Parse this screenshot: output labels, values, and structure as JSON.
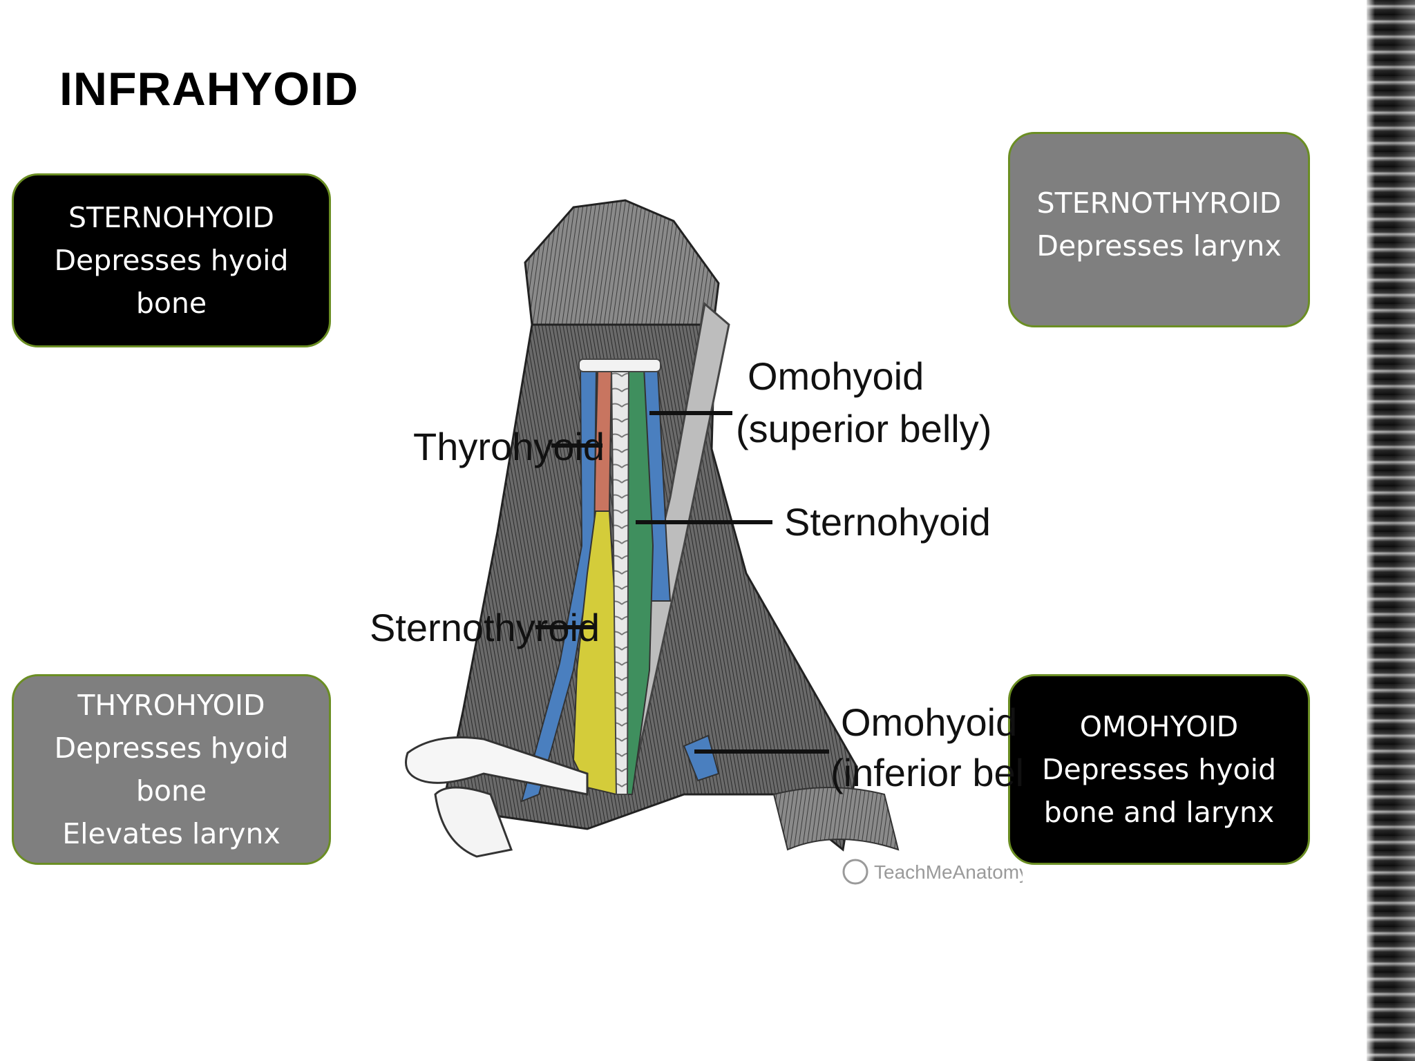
{
  "slide": {
    "title": "INFRAHYOID"
  },
  "boxes": {
    "sternohyoid": {
      "lines": [
        "STERNOHYOID",
        "Depresses hyoid",
        "bone"
      ],
      "fill": "#000000"
    },
    "sternothyroid": {
      "lines": [
        "STERNOTHYROID",
        "Depresses larynx"
      ],
      "fill": "#7f7f7f"
    },
    "thyrohyoid": {
      "lines": [
        "THYROHYOID",
        "Depresses hyoid",
        "bone",
        "Elevates  larynx"
      ],
      "fill": "#7f7f7f"
    },
    "omohyoid": {
      "lines": [
        "OMOHYOID",
        "Depresses hyoid",
        "bone and larynx"
      ],
      "fill": "#000000"
    }
  },
  "figure": {
    "labels": {
      "omohyoid_superior_1": "Omohyoid",
      "omohyoid_superior_2": "(superior belly)",
      "thyrohyoid": "Thyrohyoid",
      "sternohyoid": "Sternohyoid",
      "sternothyroid": "Sternothyroid",
      "omohyoid_inferior_1": "Omohyoid",
      "omohyoid_inferior_2": "(inferior belly)"
    },
    "watermark": "TeachMeAnatomy",
    "colors": {
      "thyrohyoid": "#c87560",
      "sternothyroid": "#d4cc3a",
      "sternohyoid": "#3f8f5e",
      "omohyoid": "#4a7fbf",
      "border": "#6b8e23"
    }
  }
}
